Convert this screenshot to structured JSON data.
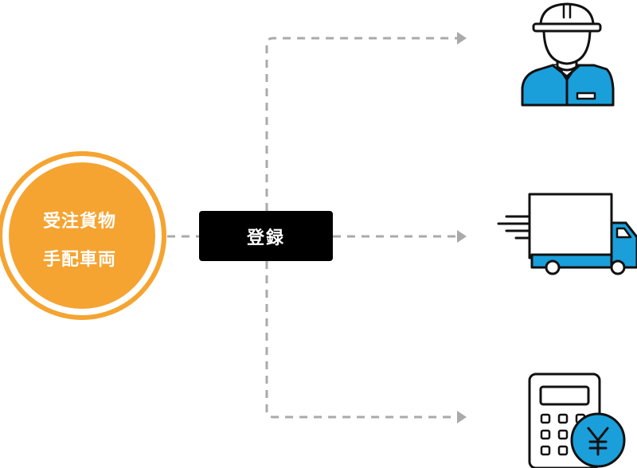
{
  "source": {
    "line1": "受注貨物",
    "line2": "手配車両",
    "fill_color": "#F5A431",
    "ring_color": "#F5A431"
  },
  "process": {
    "label": "登録",
    "fill_color": "#000000"
  },
  "connector_color": "#AAAAAA",
  "targets": [
    {
      "icon": "worker-icon"
    },
    {
      "icon": "truck-icon"
    },
    {
      "icon": "calculator-yen-icon"
    }
  ],
  "accent_color": "#1A9FDB",
  "yen_symbol": "¥"
}
